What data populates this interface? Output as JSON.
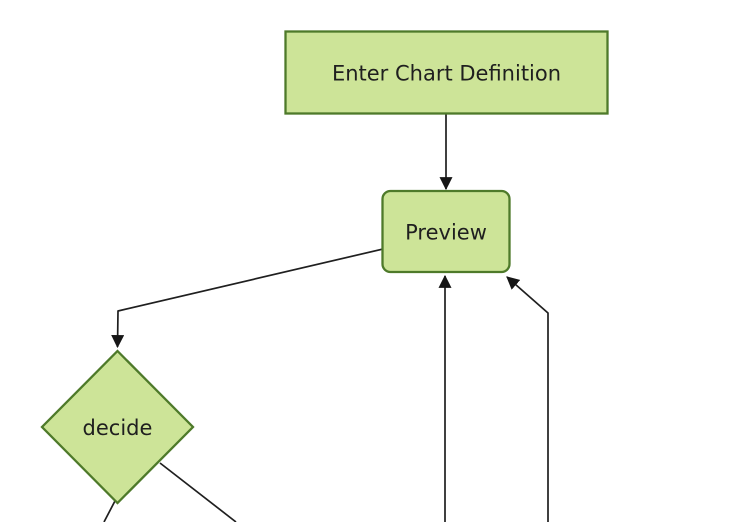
{
  "diagram": {
    "type": "flowchart",
    "direction": "top-down",
    "colors": {
      "background": "#ffffff",
      "node_fill": "#cde498",
      "node_stroke": "#4e7a2a",
      "edge": "#1f1f1f",
      "arrowhead": "#161616",
      "text": "#1f1f1f"
    },
    "nodes": [
      {
        "id": "enter-chart-definition",
        "label": "Enter Chart Definition",
        "shape": "rectangle"
      },
      {
        "id": "preview",
        "label": "Preview",
        "shape": "rounded-rectangle"
      },
      {
        "id": "decide",
        "label": "decide",
        "shape": "diamond"
      }
    ],
    "edges": [
      {
        "from": "enter-chart-definition",
        "to": "preview",
        "arrow": true
      },
      {
        "from": "preview",
        "to": "decide",
        "arrow": true
      },
      {
        "from": "offscreen-bottom-center",
        "to": "preview",
        "arrow": true
      },
      {
        "from": "offscreen-bottom-right",
        "to": "preview",
        "arrow": true
      },
      {
        "from": "decide",
        "to": "offscreen-bottom-left",
        "arrow": false
      },
      {
        "from": "decide",
        "to": "offscreen-bottom-right",
        "arrow": false
      }
    ]
  }
}
